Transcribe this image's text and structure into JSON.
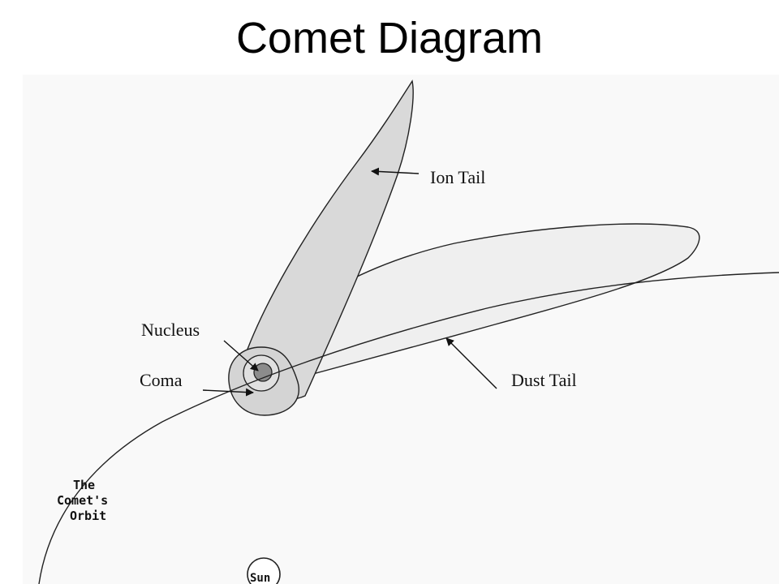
{
  "title": "Comet Diagram",
  "labels": {
    "ion_tail": "Ion Tail",
    "dust_tail": "Dust Tail",
    "nucleus": "Nucleus",
    "coma": "Coma",
    "orbit_line1": "The",
    "orbit_line2": "Comet's",
    "orbit_line3": "Orbit",
    "sun": "Sun"
  },
  "colors": {
    "ion_tail_fill": "#d9d9d9",
    "dust_tail_fill": "#efefef",
    "coma_fill": "#d4d4d4",
    "nucleus_fill": "#8c8c8c",
    "background": "#f9f9f9"
  }
}
